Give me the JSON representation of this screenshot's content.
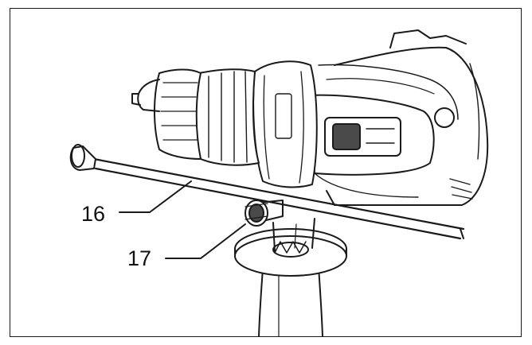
{
  "figure": {
    "callouts": [
      {
        "label": "16",
        "part": "depth-rod"
      },
      {
        "label": "17",
        "part": "clamp-screw"
      }
    ],
    "colors": {
      "line": "#1a1a1a",
      "paper": "#ffffff",
      "shade": "#4a4a4a"
    }
  }
}
